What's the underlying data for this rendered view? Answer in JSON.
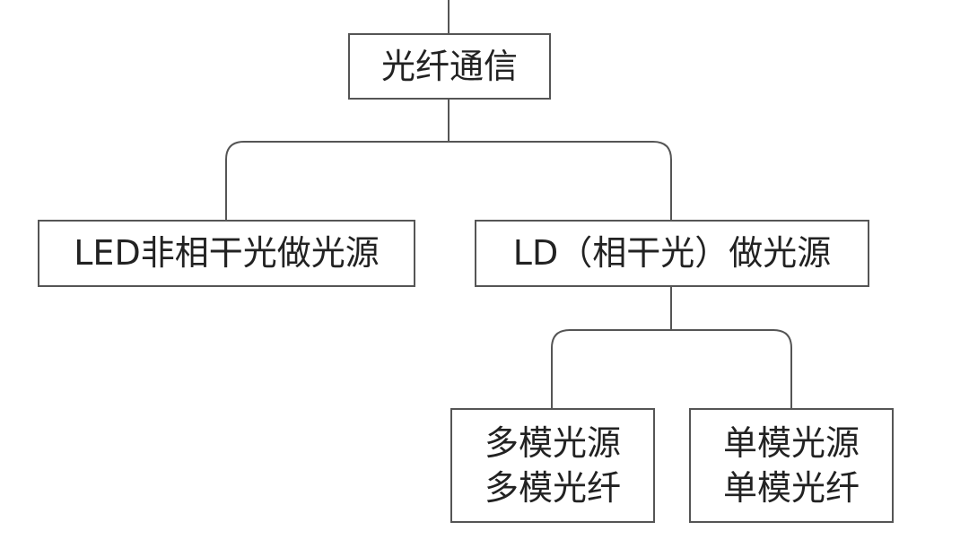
{
  "diagram": {
    "colors": {
      "stroke": "#555555",
      "text": "#222222",
      "background": "#ffffff"
    },
    "nodes": {
      "root": {
        "label": "光纤通信"
      },
      "led": {
        "label": "LED非相干光做光源"
      },
      "ld": {
        "label": "LD（相干光）做光源"
      },
      "multimode": {
        "lines": [
          "多模光源",
          "多模光纤"
        ]
      },
      "singlemode": {
        "lines": [
          "单模光源",
          "单模光纤"
        ]
      }
    }
  }
}
